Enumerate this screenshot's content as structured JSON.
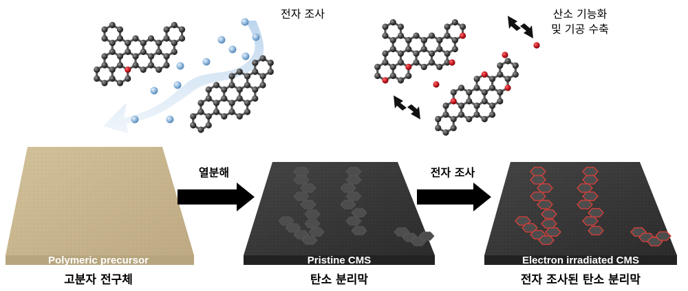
{
  "top": {
    "left_caption": "전자 조사",
    "right_caption_line1": "산소 기능화",
    "right_caption_line2": "및 기공 수축"
  },
  "arrows": {
    "first": "열분해",
    "second": "전자 조사"
  },
  "panels": [
    {
      "slab_label": "Polymeric precursor",
      "caption": "고분자 전구체"
    },
    {
      "slab_label": "Pristine CMS",
      "caption": "탄소 분리막"
    },
    {
      "slab_label": "Electron irradiated CMS",
      "caption": "전자 조사된 탄소 분리막"
    }
  ],
  "colors": {
    "precursor": "#cbb98f",
    "cms": "#3a3a3a",
    "oxygen": "#c0141c",
    "electron": "#8fb7dc",
    "beam": "#cfe1f2",
    "edge_highlight": "#e0403a"
  }
}
